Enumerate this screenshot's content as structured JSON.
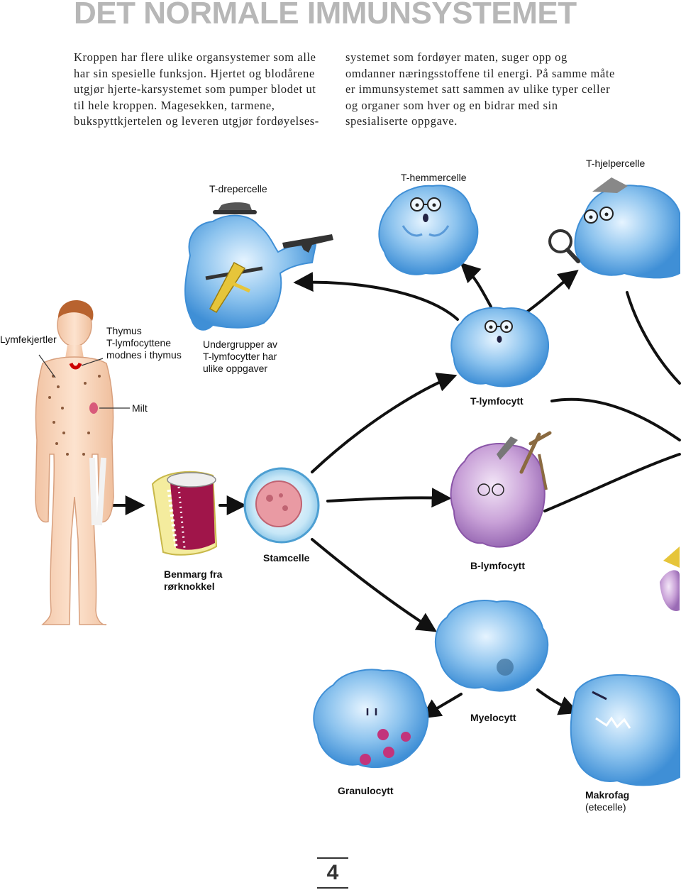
{
  "page": {
    "title": "DET NORMALE IMMUNSYSTEMET",
    "intro_left": "Kroppen har flere ulike organsystemer som alle har sin spesielle funksjon. Hjertet og blodårene utgjør hjerte-karsystemet som pumper blodet ut til hele kroppen. Magesekken, tarmene, bukspyttkjertelen og leveren utgjør fordøyelses-",
    "intro_right": "systemet som fordøyer maten, suger opp og omdanner næringsstoffene til energi. På samme måte er immunsystemet satt sammen av ulike typer celler og organer som hver og en bidrar med sin spesialiserte oppgave.",
    "page_number": "4"
  },
  "labels": {
    "t_drepercelle": "T-drepercelle",
    "t_hemmercelle": "T-hemmercelle",
    "t_hjelpercelle": "T-hjelpercelle",
    "lymfekjertler": "Lymfekjertler",
    "thymus_1": "Thymus",
    "thymus_2": "T-lymfocyttene",
    "thymus_3": "modnes i thymus",
    "undergrupper_1": "Undergrupper av",
    "undergrupper_2": "T-lymfocytter har",
    "undergrupper_3": "ulike oppgaver",
    "milt": "Milt",
    "t_lymfocytt": "T-lymfocytt",
    "benmarg_1": "Benmarg fra",
    "benmarg_2": "rørknokkel",
    "stamcelle": "Stamcelle",
    "b_lymfocytt": "B-lymfocytt",
    "myelocytt": "Myelocytt",
    "granulocytt": "Granulocytt",
    "makrofag_1": "Makrofag",
    "makrofag_2": "(etecelle)"
  },
  "colors": {
    "cell_blue": "#8cc3ee",
    "cell_blue_dark": "#3f8fd6",
    "b_cell_purple": "#c9a2d8",
    "skin": "#f6d3b8",
    "marrow": "#a0154a",
    "stem_cell": "#c7e7f7",
    "nucleus_pink": "#e99aa3",
    "title_gray": "#b7b7b7"
  }
}
